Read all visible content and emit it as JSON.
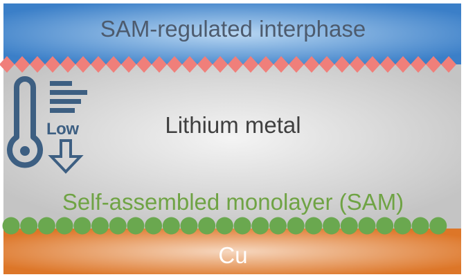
{
  "labels": {
    "interphase": "SAM-regulated interphase",
    "metal": "Lithium metal",
    "sam": "Self-assembled monolayer (SAM)",
    "substrate": "Cu",
    "temperature": "Low"
  },
  "colors": {
    "interphase_layer": "#3b7fc8",
    "interphase_highlight": "#b9d7f2",
    "interphase_diamonds": "#f07f7a",
    "metal_layer": "#c4c4c4",
    "metal_highlight": "#f4f4f4",
    "sam_beads": "#6aa84f",
    "sam_text": "#6fa344",
    "substrate_layer": "#e07a2c",
    "substrate_highlight": "#f6d7bf",
    "icon": "#3d5f82"
  },
  "icons": [
    "thermometer-icon",
    "level-bars-icon",
    "down-arrow-icon"
  ]
}
